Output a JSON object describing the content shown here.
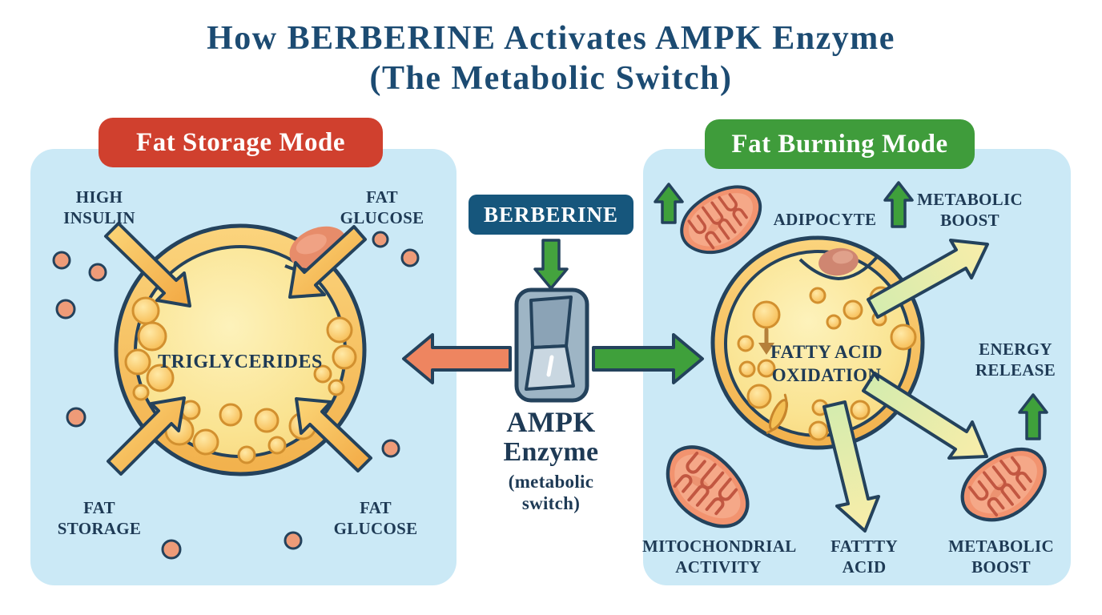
{
  "title": {
    "text": "How BERBERINE Activates AMPK Enzyme\n(The Metabolic Switch)"
  },
  "left_panel": {
    "header": "Fat Storage Mode",
    "label_high_insulin": "HIGH\nINSULIN",
    "label_fat_glucose_top": "FAT\nGLUCOSE",
    "cell_label": "TRIGLYCERIDES",
    "label_fat_storage": "FAT\nSTORAGE",
    "label_fat_glucose_bottom": "FAT\nGLUCOSE"
  },
  "center": {
    "berberine": "BERBERINE",
    "enzyme_line1": "AMPK",
    "enzyme_line2": "Enzyme",
    "enzyme_sub": "(metabolic\nswitch)"
  },
  "right_panel": {
    "header": "Fat Burning Mode",
    "label_adipocyte": "ADIPOCYTE",
    "label_metabolic_boost_top": "METABOLIC\nBOOST",
    "cell_label": "FATTY ACID\nOXIDATION",
    "label_energy_release": "ENERGY\nRELEASE",
    "label_mitochondrial_activity": "MITOCHONDRIAL\nACTIVITY",
    "label_fatty_acid": "FATTTY\nACID",
    "label_metabolic_boost_bottom": "METABOLIC\nBOOST"
  },
  "colors": {
    "title_navy": "#1c4b72",
    "label_navy": "#1e3a55",
    "outline_navy": "#24425c",
    "panel_blue": "#cbe9f6",
    "storage_red": "#d0402e",
    "burning_green": "#3f9c3b",
    "berberine_blue": "#16567c",
    "arrow_orange": "#ee8560",
    "arrow_green": "#3fa03b",
    "cell_yellow": "#f7c766",
    "droplet_gold": "#f6b84d",
    "mitochondria_salmon": "#f2936f",
    "glucose_dot_salmon": "#ee9b78"
  },
  "icons": {
    "rocker_switch": "toggle-switch in middle position",
    "mitochondrion": "salmon bean with cristae folds",
    "inflow_arrows": "orange arrows pointing into storage cell",
    "outflow_arrows": "pale yellow-green arrows leaving burning cell",
    "up_arrows": "green increase arrows",
    "glucose_dots": "small salmon circles"
  }
}
